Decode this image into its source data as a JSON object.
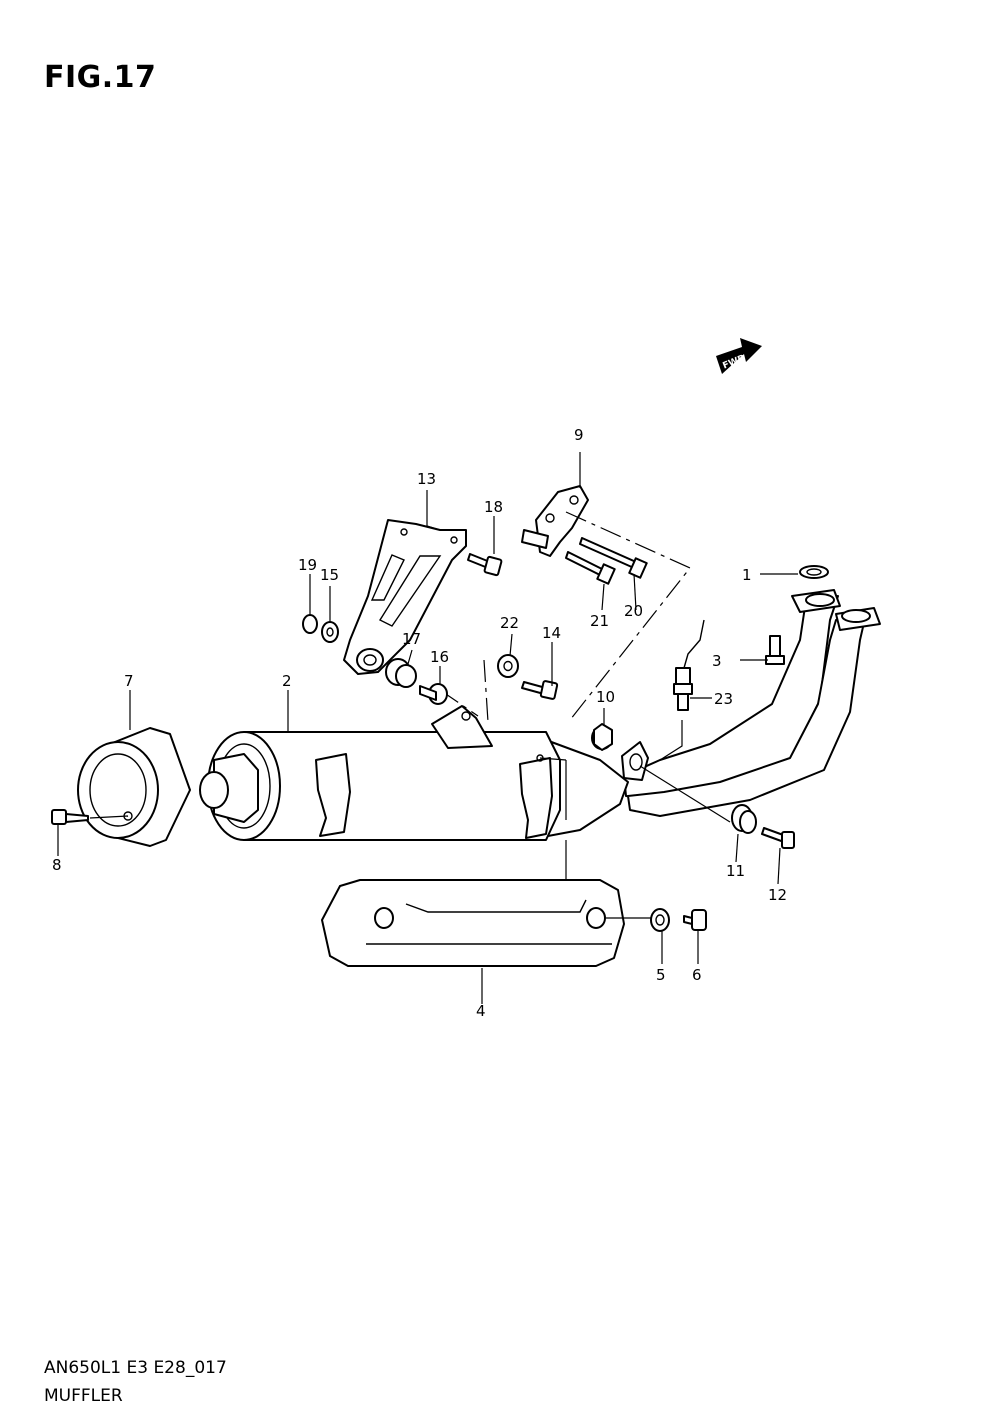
{
  "figure": {
    "title": "FIG.17"
  },
  "footer": {
    "code": "AN650L1 E3 E28_017",
    "name": "MUFFLER"
  },
  "fwd_badge": {
    "label": "FWD"
  },
  "callouts": [
    "1",
    "2",
    "3",
    "4",
    "5",
    "6",
    "7",
    "8",
    "9",
    "10",
    "11",
    "12",
    "13",
    "14",
    "15",
    "16",
    "17",
    "18",
    "19",
    "20",
    "21",
    "22",
    "23"
  ]
}
